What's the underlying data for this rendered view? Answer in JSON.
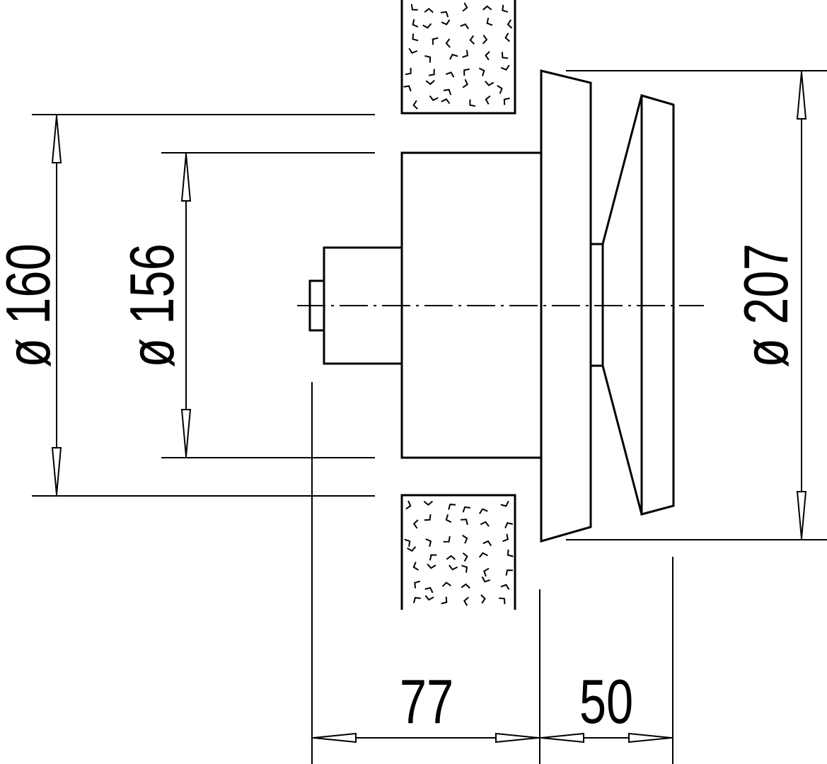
{
  "dimensions": {
    "d160": "ø 160",
    "d156": "ø 156",
    "d207": "ø 207",
    "len77": "77",
    "len50": "50"
  },
  "colors": {
    "line": "#000000",
    "background": "#ffffff"
  }
}
